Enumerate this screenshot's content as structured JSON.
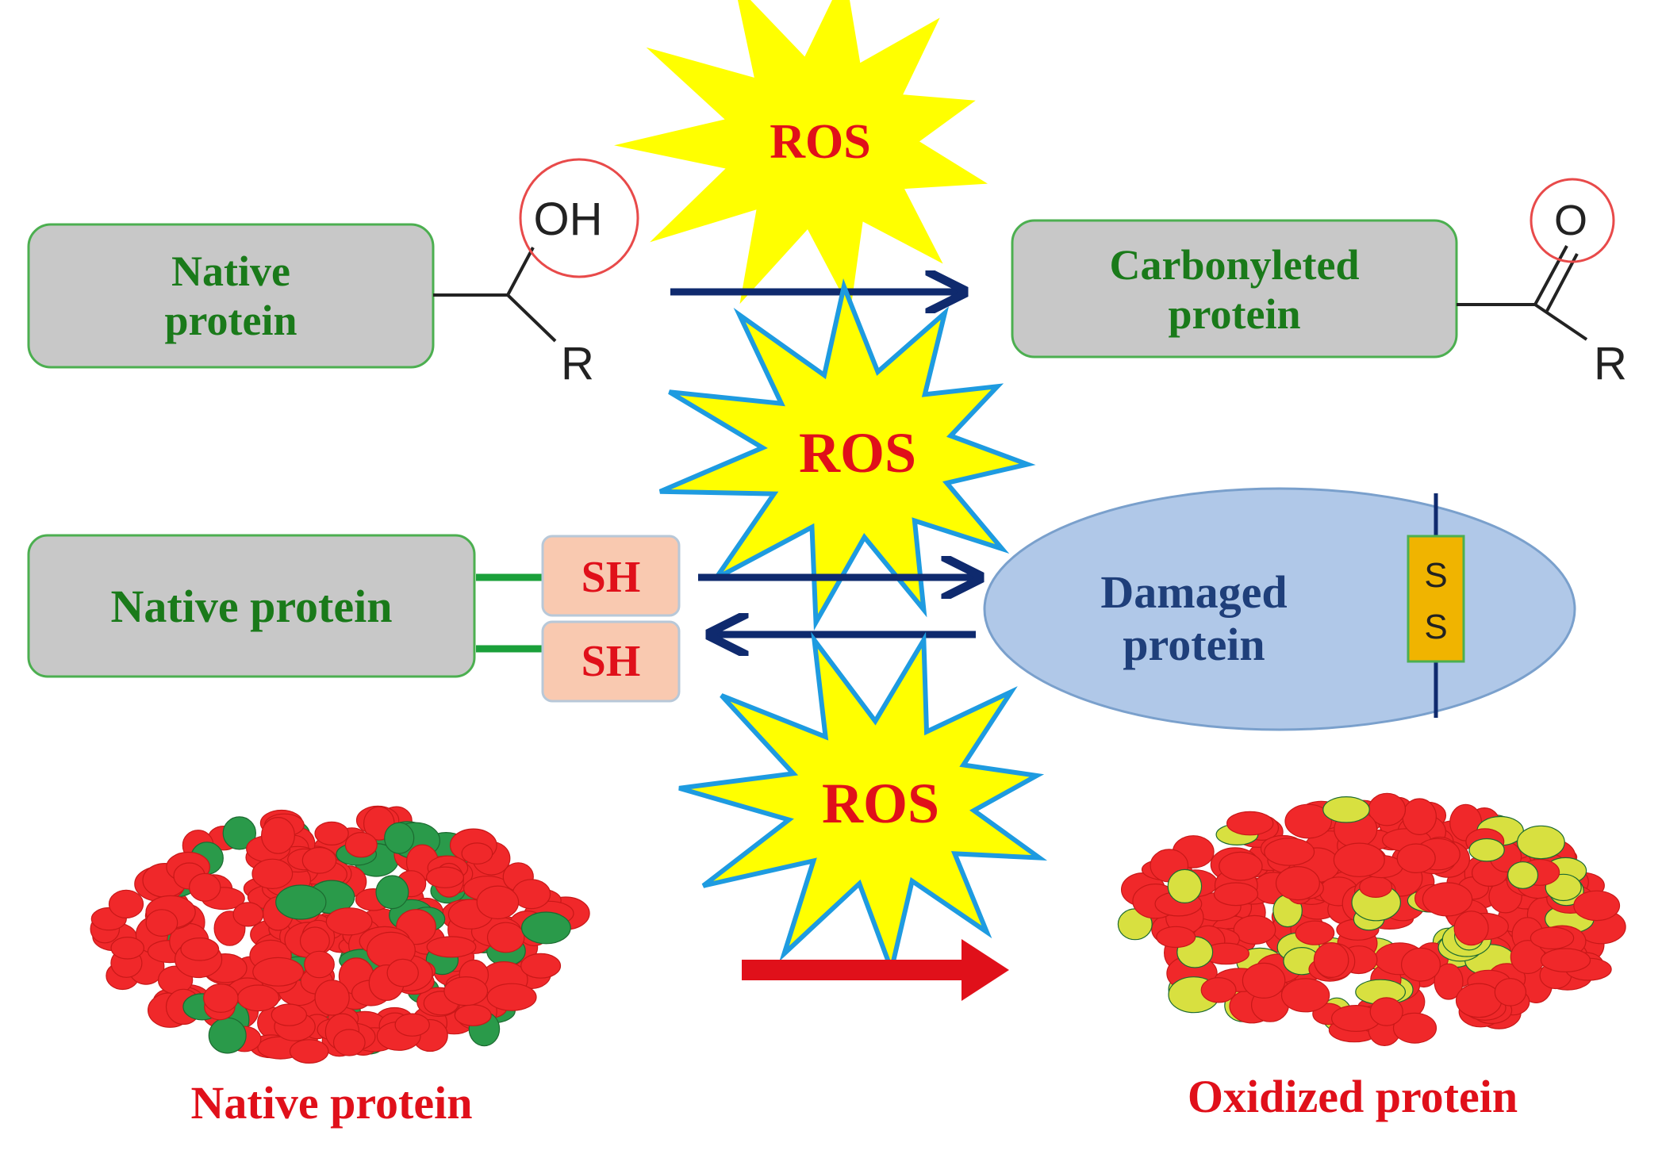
{
  "diagram": {
    "row1": {
      "left_label": [
        "Native",
        "protein"
      ],
      "right_label": [
        "Carbonyleted",
        "protein"
      ],
      "left_group": "OH",
      "right_group": "O",
      "left_r": "R",
      "right_r": "R",
      "ros": "ROS"
    },
    "row2": {
      "left_label": "Native protein",
      "sh_top": "SH",
      "sh_bottom": "SH",
      "right_label": [
        "Damaged",
        "protein"
      ],
      "disulfide_top": "S",
      "disulfide_bottom": "S",
      "ros": "ROS"
    },
    "row3": {
      "left_label": "Native protein",
      "right_label": "Oxidized protein",
      "ros": "ROS"
    },
    "colors": {
      "box_fill": "#c8c8c8",
      "box_stroke": "#4caf50",
      "label_green": "#1a7a1a",
      "ros_red": "#e0101a",
      "star_yellow": "#ffff00",
      "star_outline_blue": "#1e9be0",
      "arrow_navy": "#0f2a6e",
      "arrow_red": "#e0101a",
      "damaged_fill": "#b0c8e8",
      "damaged_text": "#1f3f7a",
      "sh_fill": "#f9c9b0",
      "disulfide_fill": "#f0b400",
      "blob_red": "#f0282a",
      "blob_green": "#2a9a4a",
      "blob_yellow": "#d8e040"
    }
  }
}
